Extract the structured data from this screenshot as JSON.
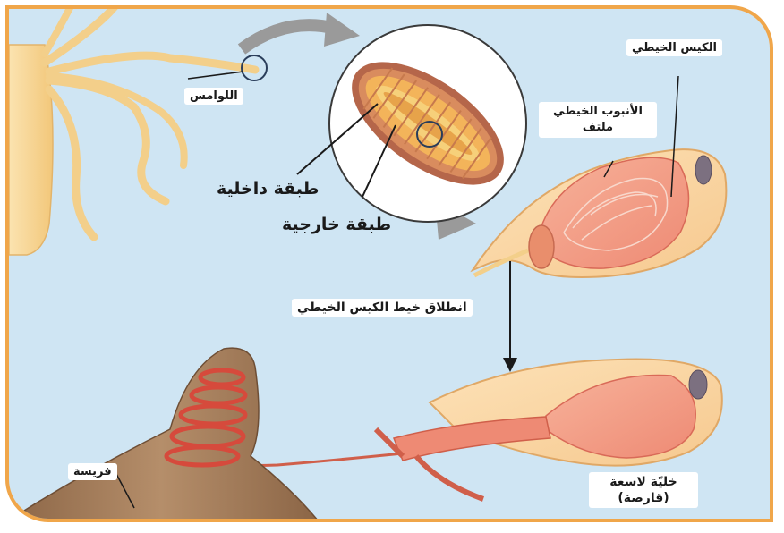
{
  "labels": {
    "tentacles": "اللوامس",
    "nematocyst_sac": "الكيس الخيطي",
    "coiled_tube_line1": "الأنبوب الخيطي",
    "coiled_tube_line2": "ملتف",
    "inner_layer": "طبقة داخلية",
    "outer_layer": "طبقة خارجية",
    "thread_release": "انطلاق خيط الكيس الخيطي",
    "prey": "فريسة",
    "stinging_cell_line1": "خليّة لاسعة",
    "stinging_cell_line2": "(قارصة)"
  },
  "colors": {
    "background": "#cfe5f3",
    "frame": "#f0a64a",
    "hydra_body": "#f7d89a",
    "tissue": "#e8a77a",
    "thread": "#e25a4f",
    "prey": "#a07a58"
  }
}
